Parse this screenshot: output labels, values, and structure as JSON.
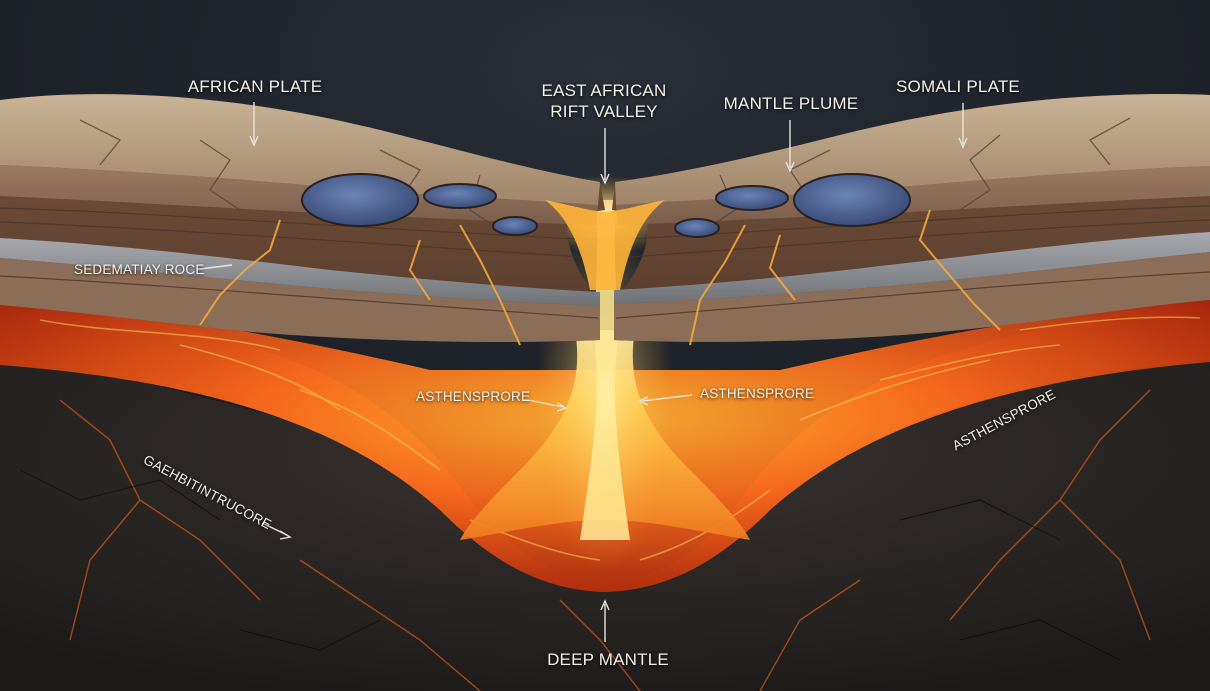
{
  "labels": {
    "african_plate": "AFRICAN PLATE",
    "rift_valley_line1": "EAST AFRICAN",
    "rift_valley_line2": "RIFT VALLEY",
    "mantle_plume": "MANTLE PLUME",
    "somali_plate": "SOMALI PLATE",
    "sedimentary_rock": "SEDEMATIAY ROCE",
    "asthenosphere_left": "ASTHENSPRORE",
    "asthenosphere_right": "ASTHENSPRORE",
    "asthenosphere_far_right": "ASTHENSPRORE",
    "lower_left": "GAEHBITINTRUCORE",
    "deep_mantle": "DEEP MANTLE"
  },
  "colors": {
    "background": "#1a1d24",
    "crust_top": "#b39a7c",
    "crust_layer_dark": "#6b4a36",
    "crust_layer_mid": "#8a6a52",
    "stone_band": "#8d9096",
    "magma_bright": "#ffd24a",
    "magma_orange": "#f0601a",
    "magma_deep": "#b8280c",
    "water": "#4a6090",
    "deep_mantle": "#2a2624",
    "crack_glow": "#e89a2a",
    "label_text": "#f4f1ea"
  }
}
